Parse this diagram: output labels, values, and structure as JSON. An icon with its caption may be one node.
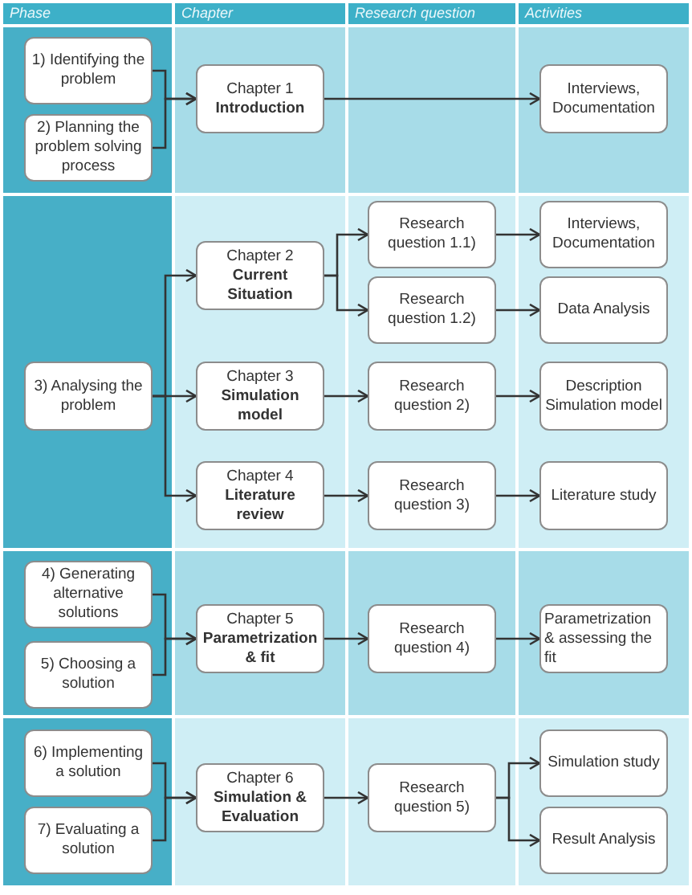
{
  "diagram": {
    "nodes": [
      {
        "text": [
          "1) Identifying the problem"
        ]
      },
      {
        "text": [
          "2) Planning the problem solving process"
        ]
      },
      {
        "text": [
          "Chapter 1",
          "Introduction"
        ]
      },
      {
        "text": [
          "Interviews, Documentation"
        ]
      },
      {
        "text": [
          "3) Analysing the problem"
        ]
      },
      {
        "text": [
          "Chapter 2",
          "Current Situation"
        ]
      },
      {
        "text": [
          "Research question 1.1)"
        ]
      },
      {
        "text": [
          "Interviews, Documentation"
        ]
      },
      {
        "text": [
          "Research question 1.2)"
        ]
      },
      {
        "text": [
          "Data Analysis"
        ]
      },
      {
        "text": [
          "Chapter 3",
          "Simulation model"
        ]
      },
      {
        "text": [
          "Research question 2)"
        ]
      },
      {
        "text": [
          "Description Simulation model"
        ]
      },
      {
        "text": [
          "Chapter 4",
          "Literature review"
        ]
      },
      {
        "text": [
          "Research question 3)"
        ]
      },
      {
        "text": [
          "Literature study"
        ]
      },
      {
        "text": [
          "4) Generating alternative solutions"
        ]
      },
      {
        "text": [
          "5) Choosing a solution"
        ]
      },
      {
        "text": [
          "Chapter 5",
          "Parametrization & fit"
        ]
      },
      {
        "text": [
          "Research question 4)"
        ]
      },
      {
        "text": [
          "Parametrization & assessing the fit"
        ]
      },
      {
        "text": [
          "6) Implementing a solution"
        ]
      },
      {
        "text": [
          "7) Evaluating a solution"
        ]
      },
      {
        "text": [
          "Chapter 6",
          "Simulation & Evaluation"
        ]
      },
      {
        "text": [
          "Research question 5)"
        ]
      },
      {
        "text": [
          "Simulation study"
        ]
      },
      {
        "text": [
          "Result Analysis"
        ]
      }
    ],
    "edges": [
      {
        "from": 0,
        "to": 2,
        "arrow": "to"
      },
      {
        "from": 1,
        "to": 2,
        "arrow": "to"
      },
      {
        "from": 2,
        "to": 3,
        "arrow": "to"
      },
      {
        "from": 4,
        "to": 5,
        "arrow": "to"
      },
      {
        "from": 4,
        "to": 10,
        "arrow": "to"
      },
      {
        "from": 4,
        "to": 13,
        "arrow": "to"
      },
      {
        "from": 5,
        "to": 6,
        "arrow": "to"
      },
      {
        "from": 5,
        "to": 8,
        "arrow": "to"
      },
      {
        "from": 6,
        "to": 7,
        "arrow": "to"
      },
      {
        "from": 8,
        "to": 9,
        "arrow": "to"
      },
      {
        "from": 10,
        "to": 11,
        "arrow": "to"
      },
      {
        "from": 11,
        "to": 12,
        "arrow": "to"
      },
      {
        "from": 13,
        "to": 14,
        "arrow": "to"
      },
      {
        "from": 14,
        "to": 15,
        "arrow": "to"
      },
      {
        "from": 16,
        "to": 18,
        "arrow": "to"
      },
      {
        "from": 17,
        "to": 18,
        "arrow": "to"
      },
      {
        "from": 18,
        "to": 19,
        "arrow": "to"
      },
      {
        "from": 19,
        "to": 20,
        "arrow": "to"
      },
      {
        "from": 21,
        "to": 23,
        "arrow": "to"
      },
      {
        "from": 22,
        "to": 23,
        "arrow": "to"
      },
      {
        "from": 23,
        "to": 24,
        "arrow": "to"
      },
      {
        "from": 24,
        "to": 25,
        "arrow": "to"
      },
      {
        "from": 24,
        "to": 26,
        "arrow": "to"
      }
    ],
    "labels": [
      "Phase",
      "Chapter",
      "Research question",
      "Activities"
    ]
  }
}
